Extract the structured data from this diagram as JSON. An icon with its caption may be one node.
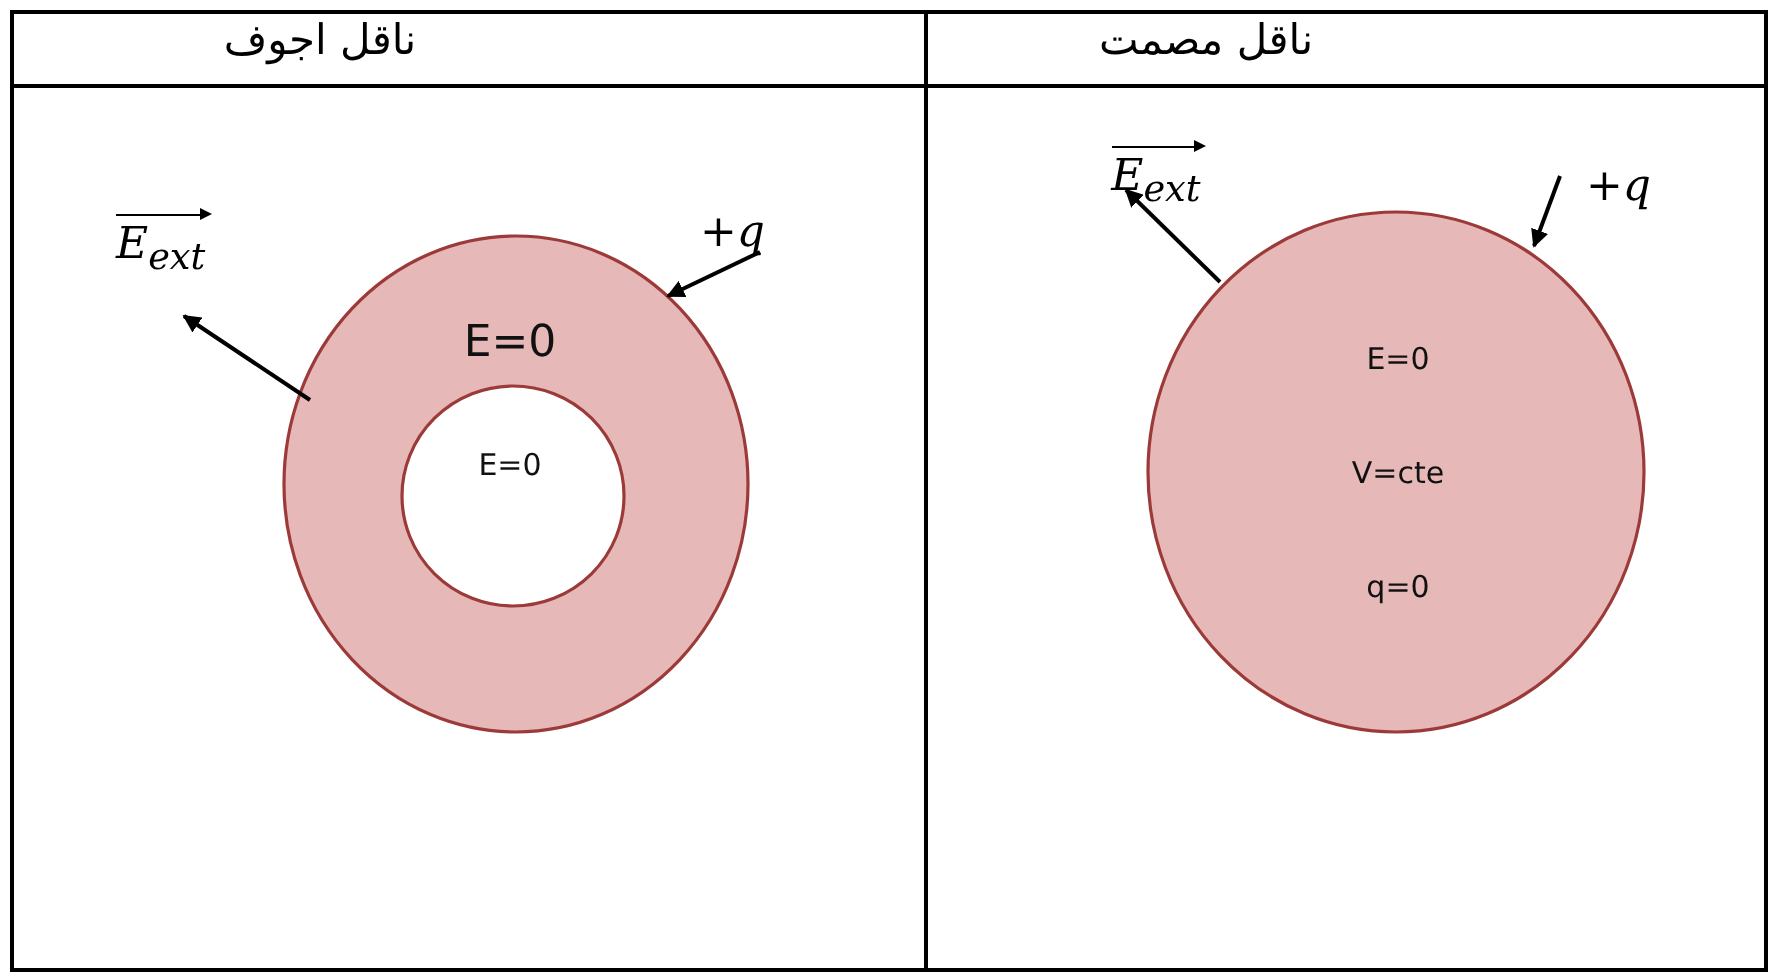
{
  "diagram": {
    "nodes": [
      {
        "text": [
          "E=0"
        ]
      },
      {
        "text": [
          "E=0"
        ],
        "in": 0
      },
      {
        "text": [
          "E=0",
          "V=cte",
          "q=0"
        ]
      }
    ],
    "labels": [
      "ناقل اجوف",
      "ناقل مصمت",
      "E$_{ext}$",
      "+q",
      "E$_{ext}$",
      "+q"
    ]
  }
}
